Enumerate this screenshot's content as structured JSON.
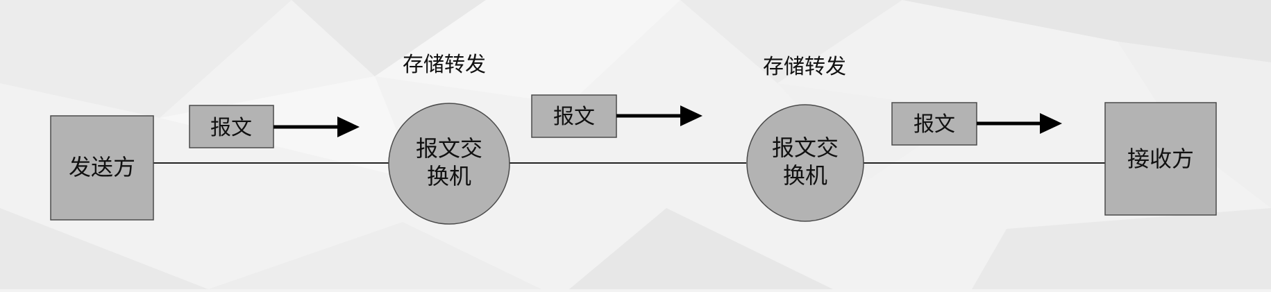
{
  "nodes": {
    "sender": {
      "label": "发送方"
    },
    "switch_1": {
      "line1": "报文交",
      "line2": "换机",
      "caption": "存储转发"
    },
    "switch_2": {
      "line1": "报文交",
      "line2": "换机",
      "caption": "存储转发"
    },
    "receiver": {
      "label": "接收方"
    }
  },
  "messages": [
    {
      "label": "报文"
    },
    {
      "label": "报文"
    },
    {
      "label": "报文"
    }
  ],
  "colors": {
    "node_fill": "#b3b3b3",
    "node_stroke": "#4a4a4a",
    "line": "#222222",
    "arrow": "#000000",
    "background": "#f3f3f3"
  }
}
